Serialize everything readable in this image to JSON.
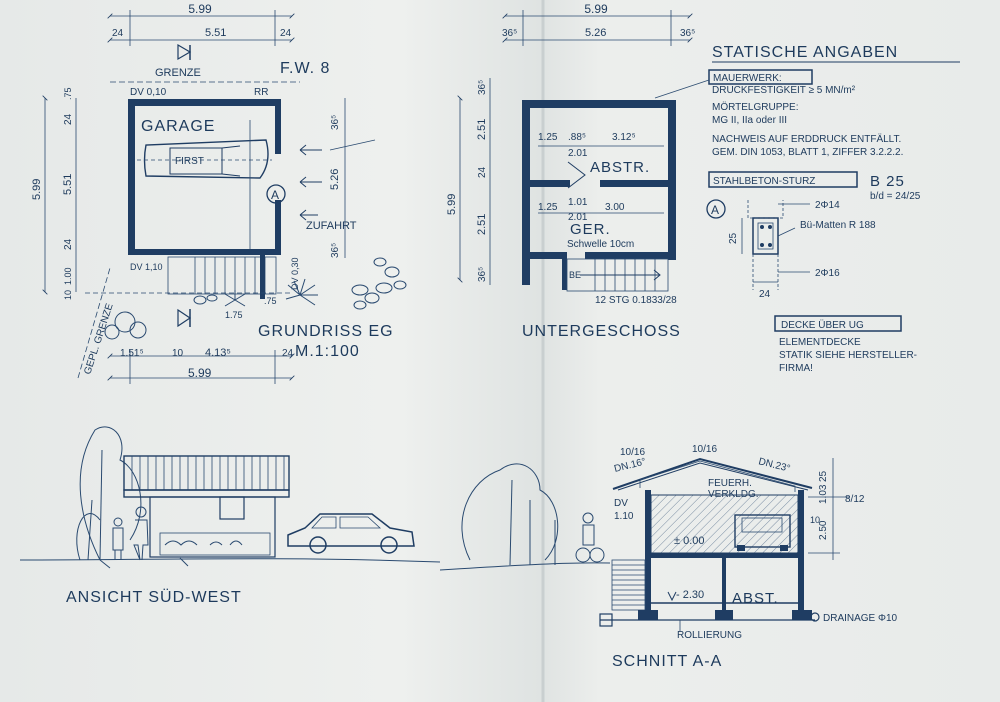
{
  "titles": {
    "fw": "F.W. 8",
    "grundriss": "GRUNDRISS EG",
    "scale": "M.1:100",
    "untergeschoss": "UNTERGESCHOSS",
    "ansicht": "ANSICHT SÜD-WEST",
    "schnitt": "SCHNITT A-A"
  },
  "ground_plan": {
    "grenze": "GRENZE",
    "gepl_grenze": "GEPL. GRENZE",
    "garage": "GARAGE",
    "first": "FIRST",
    "zufahrt": "ZUFAHRT",
    "dv_top": "DV 0,10",
    "rr": "RR",
    "dv_bottom": "DV 1,10",
    "dv_right": "DV 0,30",
    "marker": "A",
    "dims": {
      "top_total": "5.99",
      "top_left": "24",
      "top_mid": "5.51",
      "top_right": "24",
      "left_total": "5.99",
      "left_a": "24",
      "left_b": "5.51",
      "left_c": "24",
      "left_d": ".75",
      "left_e": "1.00",
      "left_f": "10",
      "right_a": "36⁵",
      "right_b": "5.26",
      "right_c": "36⁵",
      "bot_a": ".75",
      "bot_b": "1.75",
      "bot_row_a": "1.51⁵",
      "bot_row_b": "10",
      "bot_row_c": "4.13⁵",
      "bot_row_d": "24",
      "bot_total": "5.99"
    }
  },
  "basement": {
    "abstr": "ABSTR.",
    "ger": "GER.",
    "schwelle": "Schwelle 10cm",
    "be": "BE",
    "stairs": "12 STG 0.1833/28",
    "dims": {
      "top_total": "5.99",
      "top_left": "36⁵",
      "top_mid": "5.26",
      "top_right": "36⁵",
      "left_total": "5.99",
      "l1": "36⁵",
      "l2": "2.51",
      "l3": "24",
      "l4": "2.51",
      "l5": "36⁵",
      "r1_a": "1.25",
      "r1_b": ".88⁵",
      "r1_c": "3.12⁵",
      "r1_d": "2.01",
      "r2_a": "1.25",
      "r2_b": "1.01",
      "r2_c": "3.00",
      "r2_d": "2.01"
    }
  },
  "statics": {
    "title": "STATISCHE ANGABEN",
    "mauerwerk_label": "MAUERWERK:",
    "mauerwerk_text": "DRUCKFESTIGKEIT ≥ 5 MN/m²",
    "mortel_label": "MÖRTELGRUPPE:",
    "mortel_text": "MG II, IIa oder III",
    "nachweis_1": "NACHWEIS AUF ERDDRUCK ENTFÄLLT.",
    "nachweis_2": "GEM. DIN 1053, BLATT 1, ZIFFER 3.2.2.2.",
    "sturz_label": "STAHLBETON-STURZ",
    "sturz_grade": "B 25",
    "sturz_dims": "b/d = 24/25",
    "marker": "A",
    "bar_top": "2Φ14",
    "mesh": "Bü-Matten R 188",
    "bar_bottom": "2Φ16",
    "sec_height": "25",
    "sec_width": "24",
    "decke_label": "DECKE ÜBER UG",
    "decke_1": "ELEMENTDECKE",
    "decke_2": "STATIK SIEHE HERSTELLER-",
    "decke_3": "FIRMA!"
  },
  "section": {
    "pitch_l": "10/16",
    "pitch_r": "10/16",
    "dn_l": "DN.16°",
    "dn_r": "DN.23°",
    "feuerh_1": "FEUERH.",
    "feuerh_2": "VERKLDG.",
    "dv_label": "DV",
    "dv_val": "1.10",
    "lvl_ground": "± 0.00",
    "lvl_base": "- 2.30",
    "abst": "ABST.",
    "drainage": "DRAINAGE Φ10",
    "rollierung": "ROLLIERUNG",
    "d1": "25",
    "d2": "1.03",
    "d3": "2.50",
    "d4": "10",
    "d5": "8/12"
  }
}
